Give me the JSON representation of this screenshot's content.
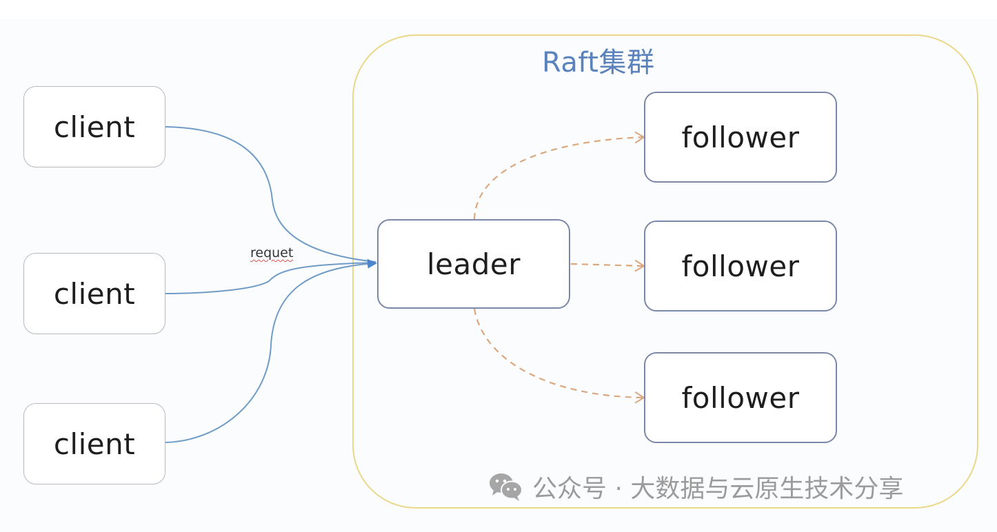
{
  "diagram": {
    "cluster": {
      "title": "Raft集群",
      "border_color": "#ead78a",
      "title_color": "#5a82bd"
    },
    "clients": [
      {
        "id": "client-0",
        "label": "client"
      },
      {
        "id": "client-1",
        "label": "client"
      },
      {
        "id": "client-2",
        "label": "client"
      }
    ],
    "leader": {
      "id": "leader",
      "label": "leader"
    },
    "followers": [
      {
        "id": "follower-0",
        "label": "follower"
      },
      {
        "id": "follower-1",
        "label": "follower"
      },
      {
        "id": "follower-2",
        "label": "follower"
      }
    ],
    "edges": [
      {
        "from": "client-0",
        "to": "leader",
        "style": "solid",
        "color": "#6f9cc7"
      },
      {
        "from": "client-1",
        "to": "leader",
        "style": "solid",
        "color": "#6f9cc7",
        "label": "requet"
      },
      {
        "from": "client-2",
        "to": "leader",
        "style": "solid",
        "color": "#6f9cc7"
      },
      {
        "from": "leader",
        "to": "follower-0",
        "style": "dashed",
        "color": "#dba77c"
      },
      {
        "from": "leader",
        "to": "follower-1",
        "style": "dashed",
        "color": "#dba77c"
      },
      {
        "from": "leader",
        "to": "follower-2",
        "style": "dashed",
        "color": "#dba77c"
      }
    ],
    "request_label": "requet"
  },
  "watermark": {
    "icon": "wechat-icon",
    "text": "公众号 · 大数据与云原生技术分享"
  }
}
